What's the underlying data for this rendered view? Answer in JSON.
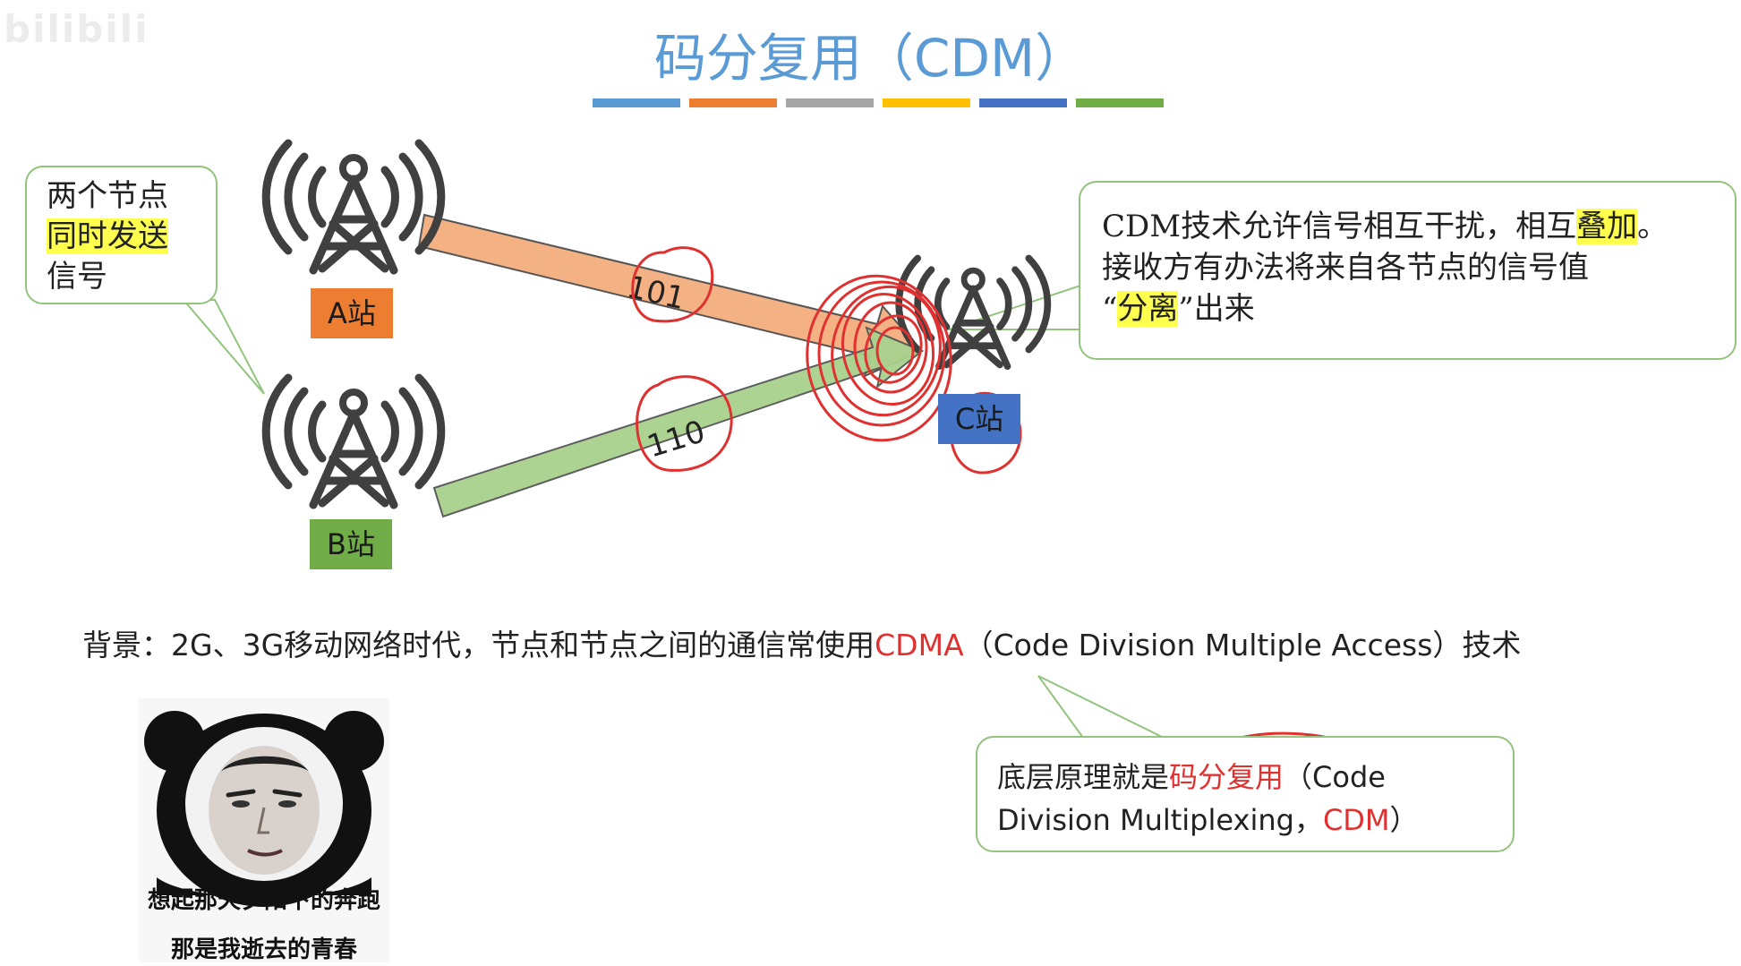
{
  "slide": {
    "watermark": "bilibili",
    "title": "码分复用（CDM）",
    "color_bars": [
      "#5b9bd5",
      "#ed7d31",
      "#a5a5a5",
      "#ffc000",
      "#4472c4",
      "#70ad47"
    ],
    "stations": {
      "a_label": "A站",
      "b_label": "B站",
      "c_label": "C站"
    },
    "signals": {
      "a_bits": "101",
      "b_bits": "110"
    },
    "callout_left": {
      "line1": "两个节点",
      "line2_highlight": "同时发送",
      "line3": "信号"
    },
    "callout_right": {
      "line1_a": "CDM技术允许信号相互干扰，相互",
      "line1_highlight": "叠加",
      "line1_end": "。",
      "line2": "接收方有办法将来自各节点的信号值",
      "line3_open": "“",
      "line3_highlight": "分离",
      "line3_close": "”出来"
    },
    "background_line": {
      "prefix": "背景：2G、3G移动网络时代，节点和节点之间的通信常使用",
      "cdma": "CDMA",
      "suffix": "（Code Division Multiple Access）技术"
    },
    "callout_bottom": {
      "line1_a": "底层原理就是",
      "line1_red": "码分复用",
      "line1_b": "（Code",
      "line2_a": "Division Multiplexing，",
      "line2_red": "CDM",
      "line2_b": "）"
    },
    "meme": {
      "caption1": "想起那天夕阳下的奔跑",
      "caption2": "那是我逝去的青春"
    },
    "colors": {
      "accent_blue": "#5b9bd5",
      "a_arrow": "#f4b183",
      "b_arrow": "#a9d18e",
      "annotation_red": "#e03131",
      "callout_border": "#93c47d"
    }
  }
}
